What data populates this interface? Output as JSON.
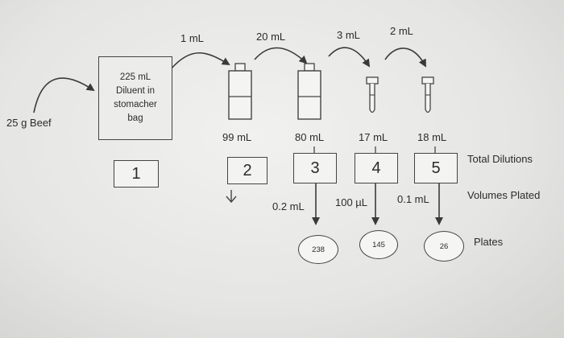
{
  "sample": {
    "label": "25 g Beef"
  },
  "bag": {
    "line1": "225 mL",
    "line2": "Diluent in",
    "line3": "stomacher",
    "line4": "bag"
  },
  "transfers": [
    "1 mL",
    "20 mL",
    "3 mL",
    "2 mL"
  ],
  "tube_volumes": [
    "99 mL",
    "80 mL",
    "17 mL",
    "18 mL"
  ],
  "steps": [
    "1",
    "2",
    "3",
    "4",
    "5"
  ],
  "volumes_plated": [
    "0.2 mL",
    "100 µL",
    "0.1 mL"
  ],
  "plate_counts": [
    "238",
    "145",
    "26"
  ],
  "row_labels": {
    "total_dilutions": "Total Dilutions",
    "volumes_plated": "Volumes Plated",
    "plates": "Plates"
  },
  "icons": {
    "down_arrow_under_2": "arrow-down-icon"
  }
}
